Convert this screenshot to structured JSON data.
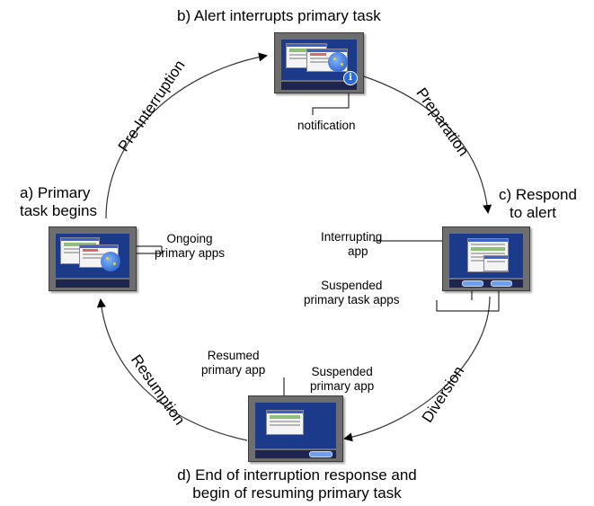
{
  "stages": {
    "a": "a) Primary\ntask begins",
    "a_line1": "a) Primary",
    "a_line2": "task begins",
    "b": "b) Alert interrupts primary task",
    "c_line1": "c) Respond",
    "c_line2": "to alert",
    "d_line1": "d) End of interruption response and",
    "d_line2": "begin of resuming primary task"
  },
  "phases": {
    "pre_interruption": "Pre-Interruption",
    "preparation": "Preparation",
    "diversion": "Diversion",
    "resumption": "Resumption"
  },
  "callouts": {
    "notification": "notification",
    "ongoing_line1": "Ongoing",
    "ongoing_line2": "primary apps",
    "interrupting_line1": "Interrupting",
    "interrupting_line2": "app",
    "suspended_tasks_line1": "Suspended",
    "suspended_tasks_line2": "primary task apps",
    "resumed_line1": "Resumed",
    "resumed_line2": "primary app",
    "suspended_app_line1": "Suspended",
    "suspended_app_line2": "primary app"
  },
  "icons": {
    "notification": "info-icon",
    "monitor": "monitor-icon"
  },
  "colors": {
    "screen": "#1b3a8a",
    "taskbar_button": "#6c9ff0",
    "frame": "#6e6e6e"
  }
}
